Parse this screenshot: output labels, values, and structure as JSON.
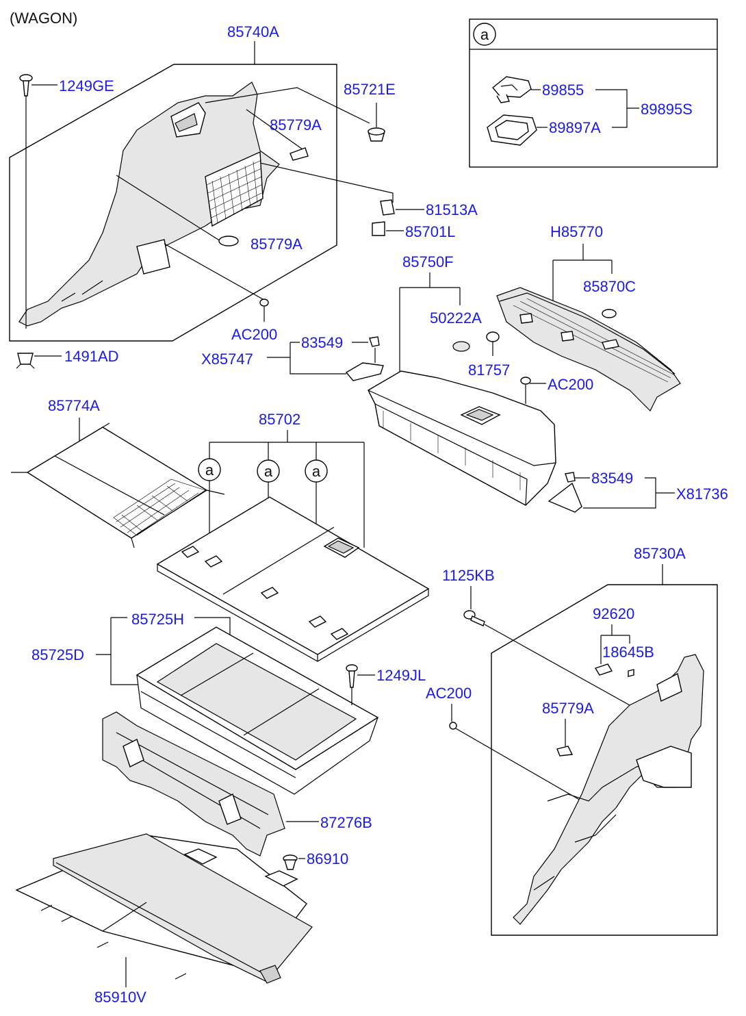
{
  "header": {
    "variant": "(WAGON)"
  },
  "inset": {
    "marker": "a",
    "parts": {
      "p89855": "89855",
      "p89897A": "89897A",
      "p89895S": "89895S"
    }
  },
  "labels": {
    "l85740A": "85740A",
    "l1249GE": "1249GE",
    "l85721E": "85721E",
    "l85779A_1": "85779A",
    "l85779A_2": "85779A",
    "l81513A": "81513A",
    "l85701L": "85701L",
    "lH85770": "H85770",
    "l85870C": "85870C",
    "l85750F": "85750F",
    "l50222A": "50222A",
    "l81757": "81757",
    "lAC200_1": "AC200",
    "lAC200_2": "AC200",
    "lAC200_3": "AC200",
    "l83549_1": "83549",
    "l83549_2": "83549",
    "lX85747": "X85747",
    "lX81736": "X81736",
    "l1491AD": "1491AD",
    "l85774A": "85774A",
    "l85702": "85702",
    "l85725H": "85725H",
    "l85725D": "85725D",
    "l1249JL": "1249JL",
    "l87276B": "87276B",
    "l86910": "86910",
    "l85910V": "85910V",
    "l85730A": "85730A",
    "l1125KB": "1125KB",
    "l92620": "92620",
    "l18645B": "18645B",
    "l85779A_3": "85779A"
  },
  "callouts": [
    "a",
    "a",
    "a"
  ],
  "colors": {
    "label": "#1a1ae6",
    "line": "#000000",
    "background": "#ffffff"
  }
}
